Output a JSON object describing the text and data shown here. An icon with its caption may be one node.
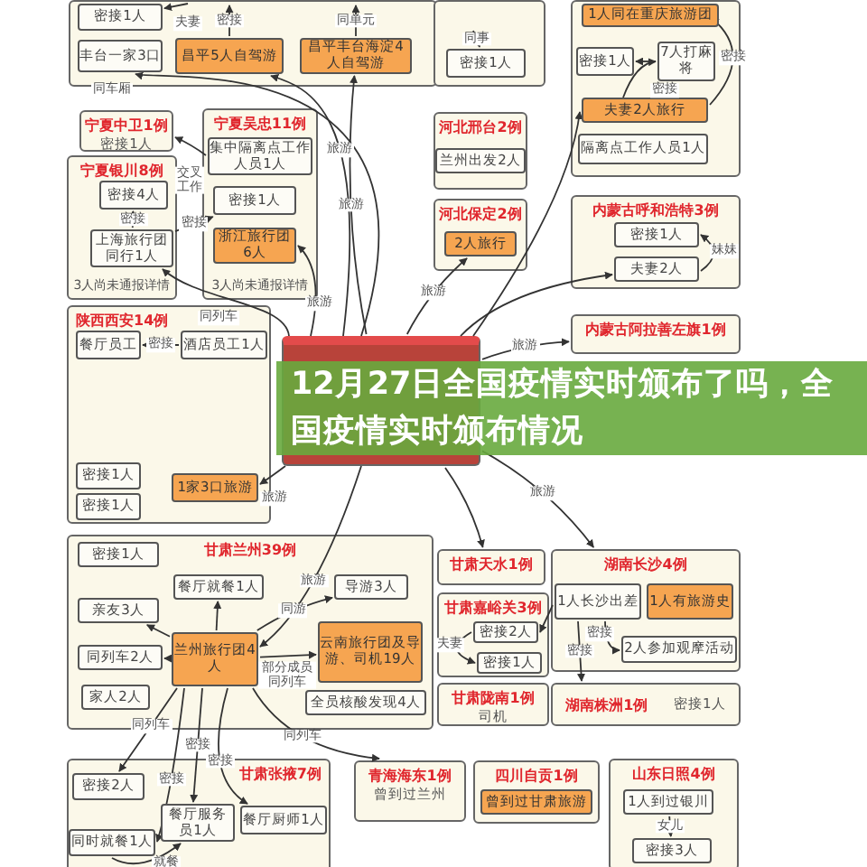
{
  "diagram": {
    "title": "12月27日全国疫情实时颁布了吗，全国疫情实时颁布情况",
    "nodes": [
      {
        "text": [],
        "shape": "box"
      },
      {
        "text": [
          "密接1人"
        ],
        "in": 0
      },
      {
        "text": [
          "丰台一家3口"
        ],
        "in": 0
      },
      {
        "text": [
          "昌平5人自驾游"
        ],
        "in": 0
      },
      {
        "text": [
          "昌平丰台海淀4人自驾游"
        ],
        "in": 0
      },
      {
        "text": [],
        "shape": "box"
      },
      {
        "text": [
          "密接1人"
        ],
        "in": 5
      },
      {
        "text": [],
        "shape": "box"
      },
      {
        "text": [
          "1人同在重庆旅游团"
        ],
        "in": 7
      },
      {
        "text": [
          "密接1人"
        ],
        "in": 7
      },
      {
        "text": [
          "7人打麻将"
        ],
        "in": 7
      },
      {
        "text": [
          "夫妻2人旅行"
        ],
        "in": 7
      },
      {
        "text": [
          "隔离点工作人员1人"
        ],
        "in": 7
      },
      {
        "text": [
          "宁夏中卫1例",
          "密接1人"
        ]
      },
      {
        "text": [
          "宁夏吴忠11例",
          "3人尚未通报详情"
        ]
      },
      {
        "text": [
          "集中隔离点工作人员1人"
        ],
        "in": 14
      },
      {
        "text": [
          "密接1人"
        ],
        "in": 14
      },
      {
        "text": [
          "浙江旅行团6人"
        ],
        "in": 14
      },
      {
        "text": [
          "宁夏银川8例",
          "3人尚未通报详情"
        ]
      },
      {
        "text": [
          "密接4人"
        ],
        "in": 18
      },
      {
        "text": [
          "上海旅行团同行1人"
        ],
        "in": 18
      },
      {
        "text": [
          "河北邢台2例"
        ]
      },
      {
        "text": [
          "兰州出发2人"
        ],
        "in": 21
      },
      {
        "text": [
          "河北保定2例"
        ]
      },
      {
        "text": [
          "2人旅行"
        ],
        "in": 23
      },
      {
        "text": [
          "内蒙古呼和浩特3例"
        ]
      },
      {
        "text": [
          "密接1人"
        ],
        "in": 25
      },
      {
        "text": [
          "夫妻2人"
        ],
        "in": 25
      },
      {
        "text": [],
        "shape": "box"
      },
      {
        "text": [
          "内蒙古阿拉善左旗1例"
        ]
      },
      {
        "text": [
          "陕西西安14例"
        ]
      },
      {
        "text": [
          "密接1人"
        ],
        "in": 30
      },
      {
        "text": [
          "餐厅员工"
        ],
        "in": 30
      },
      {
        "text": [
          "密接1人"
        ],
        "in": 30
      },
      {
        "text": [
          "酒店员工1人"
        ],
        "in": 30
      },
      {
        "text": [
          "1家3口旅游"
        ],
        "in": 30
      },
      {
        "text": [
          "甘肃兰州39例"
        ]
      },
      {
        "text": [
          "密接1人"
        ],
        "in": 36
      },
      {
        "text": [
          "餐厅就餐1人"
        ],
        "in": 36
      },
      {
        "text": [
          "导游3人"
        ],
        "in": 36
      },
      {
        "text": [
          "亲友3人"
        ],
        "in": 36
      },
      {
        "text": [
          "兰州旅行团4人"
        ],
        "in": 36
      },
      {
        "text": [
          "云南旅行团及导游、司机19人"
        ],
        "in": 36
      },
      {
        "text": [
          "同列车2人"
        ],
        "in": 36
      },
      {
        "text": [
          "家人2人"
        ],
        "in": 36
      },
      {
        "text": [
          "全员核酸发现4人"
        ],
        "in": 36
      },
      {
        "text": [
          "甘肃天水1例"
        ]
      },
      {
        "text": [
          "湖南长沙4例"
        ]
      },
      {
        "text": [
          "1人长沙出差"
        ],
        "in": 47
      },
      {
        "text": [
          "1人有旅游史"
        ],
        "in": 47
      },
      {
        "text": [
          "2人参加观摩活动"
        ],
        "in": 47
      },
      {
        "text": [
          "甘肃嘉峪关3例"
        ]
      },
      {
        "text": [
          "密接2人"
        ],
        "in": 51
      },
      {
        "text": [
          "密接1人"
        ],
        "in": 51
      },
      {
        "text": [
          "甘肃陇南1例",
          "司机"
        ]
      },
      {
        "text": [
          "湖南株洲1例",
          "密接1人"
        ]
      },
      {
        "text": [
          "甘肃张掖7例"
        ]
      },
      {
        "text": [
          "密接2人"
        ],
        "in": 56
      },
      {
        "text": [
          "餐厅服务员1人"
        ],
        "in": 56
      },
      {
        "text": [
          "餐厅厨师1人"
        ],
        "in": 56
      },
      {
        "text": [
          "同时就餐1人"
        ],
        "in": 56
      },
      {
        "text": [
          "青海海东1例",
          "曾到过兰州"
        ]
      },
      {
        "text": [
          "四川自贡1例"
        ]
      },
      {
        "text": [
          "曾到过甘肃旅游"
        ],
        "in": 62
      },
      {
        "text": [
          "山东日照4例"
        ]
      },
      {
        "text": [
          "1人到过银川"
        ],
        "in": 64
      },
      {
        "text": [
          "密接3人"
        ],
        "in": 64
      }
    ],
    "edges": [
      {
        "from": 28,
        "to": 3,
        "arrow": "to",
        "label": "旅游"
      },
      {
        "from": 28,
        "to": 4,
        "arrow": "to",
        "label": "旅游"
      },
      {
        "from": 28,
        "to": 2,
        "arrow": "to",
        "label": "同车厢"
      },
      {
        "from": 28,
        "to": 17,
        "arrow": "to",
        "label": "旅游"
      },
      {
        "from": 28,
        "to": 20,
        "arrow": "to",
        "label": "同列车"
      },
      {
        "from": 28,
        "to": 11,
        "arrow": "to"
      },
      {
        "from": 28,
        "to": 27,
        "arrow": "to"
      },
      {
        "from": 28,
        "to": 24,
        "arrow": "to",
        "label": "旅游"
      },
      {
        "from": 28,
        "to": 29,
        "arrow": "to",
        "label": "旅游"
      },
      {
        "from": 28,
        "to": 35,
        "arrow": "to",
        "label": "旅游"
      },
      {
        "from": 28,
        "to": 41,
        "arrow": "to",
        "label": "旅游"
      },
      {
        "from": 15,
        "to": 13,
        "arrow": "to",
        "label": "交叉工作"
      },
      {
        "from": 20,
        "to": 16,
        "arrow": "to",
        "label": "密接"
      },
      {
        "from": 20,
        "to": 19,
        "arrow": "to",
        "label": "密接"
      },
      {
        "from": 11,
        "to": 10,
        "arrow": "to",
        "label": "密接"
      },
      {
        "from": 10,
        "to": 9,
        "arrow": "to"
      },
      {
        "from": 11,
        "to": 8,
        "arrow": "to",
        "label": "密接"
      },
      {
        "from": 27,
        "to": 26,
        "arrow": "to",
        "label": "妹妹"
      },
      {
        "from": 41,
        "to": 38,
        "arrow": "to"
      },
      {
        "from": 41,
        "to": 39,
        "arrow": "to",
        "label": "同游"
      },
      {
        "from": 41,
        "to": 40,
        "arrow": "to"
      },
      {
        "from": 41,
        "to": 43,
        "arrow": "to"
      },
      {
        "from": 41,
        "to": 42,
        "arrow": "to",
        "label": "部分成员同列车"
      },
      {
        "from": 41,
        "to": 57,
        "arrow": "to",
        "label": "同列车"
      },
      {
        "from": 41,
        "to": 60,
        "arrow": "to",
        "label": "密接"
      },
      {
        "from": 41,
        "to": 58,
        "arrow": "to",
        "label": "密接"
      },
      {
        "from": 41,
        "to": 59,
        "arrow": "to",
        "label": "密接"
      },
      {
        "from": 41,
        "to": 61,
        "arrow": "to",
        "label": "同列车"
      },
      {
        "from": 60,
        "to": 58,
        "arrow": "to",
        "label": "就餐"
      },
      {
        "from": 48,
        "to": 52,
        "arrow": "to"
      },
      {
        "from": 52,
        "to": 53,
        "arrow": "to",
        "label": "夫妻"
      },
      {
        "from": 48,
        "to": 50,
        "arrow": "to",
        "label": "密接"
      },
      {
        "from": 48,
        "to": 55,
        "arrow": "to",
        "label": "密接"
      },
      {
        "from": 65,
        "to": 66,
        "arrow": "to",
        "label": "女儿"
      },
      {
        "from": 34,
        "to": 32,
        "arrow": "to",
        "label": "密接"
      },
      {
        "from": 3,
        "to": null,
        "arrow": "to",
        "label": "密接"
      },
      {
        "from": 4,
        "to": null,
        "arrow": "to",
        "label": "同单元"
      },
      {
        "from": null,
        "to": 1,
        "arrow": "to",
        "label": "夫妻"
      },
      {
        "from": null,
        "to": 6,
        "arrow": "to",
        "label": "同事"
      },
      {
        "from": 28,
        "to": 46,
        "arrow": "to"
      },
      {
        "from": 28,
        "to": 47,
        "arrow": "to",
        "label": "旅游"
      }
    ]
  }
}
